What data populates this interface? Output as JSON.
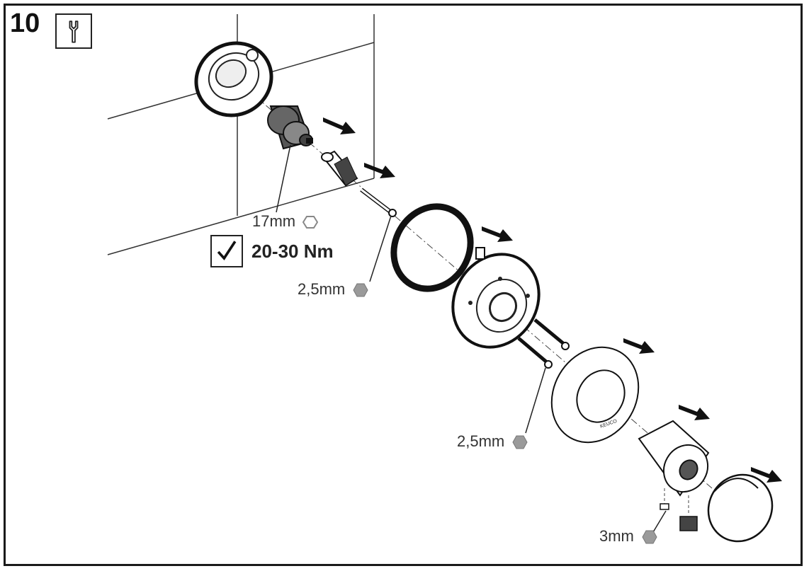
{
  "step": {
    "number": "10",
    "tool_icon": "wrench-icon"
  },
  "labels": {
    "wrench_size": "17mm",
    "torque": "20-30 Nm",
    "hex_key_1": "2,5mm",
    "hex_key_2": "2,5mm",
    "hex_key_3": "3mm"
  },
  "rosette_brand": "KEUCO",
  "colors": {
    "line": "#1a1a1a",
    "hex_fill": "#9a9a9a",
    "arrow": "#111111",
    "background": "#ffffff"
  }
}
